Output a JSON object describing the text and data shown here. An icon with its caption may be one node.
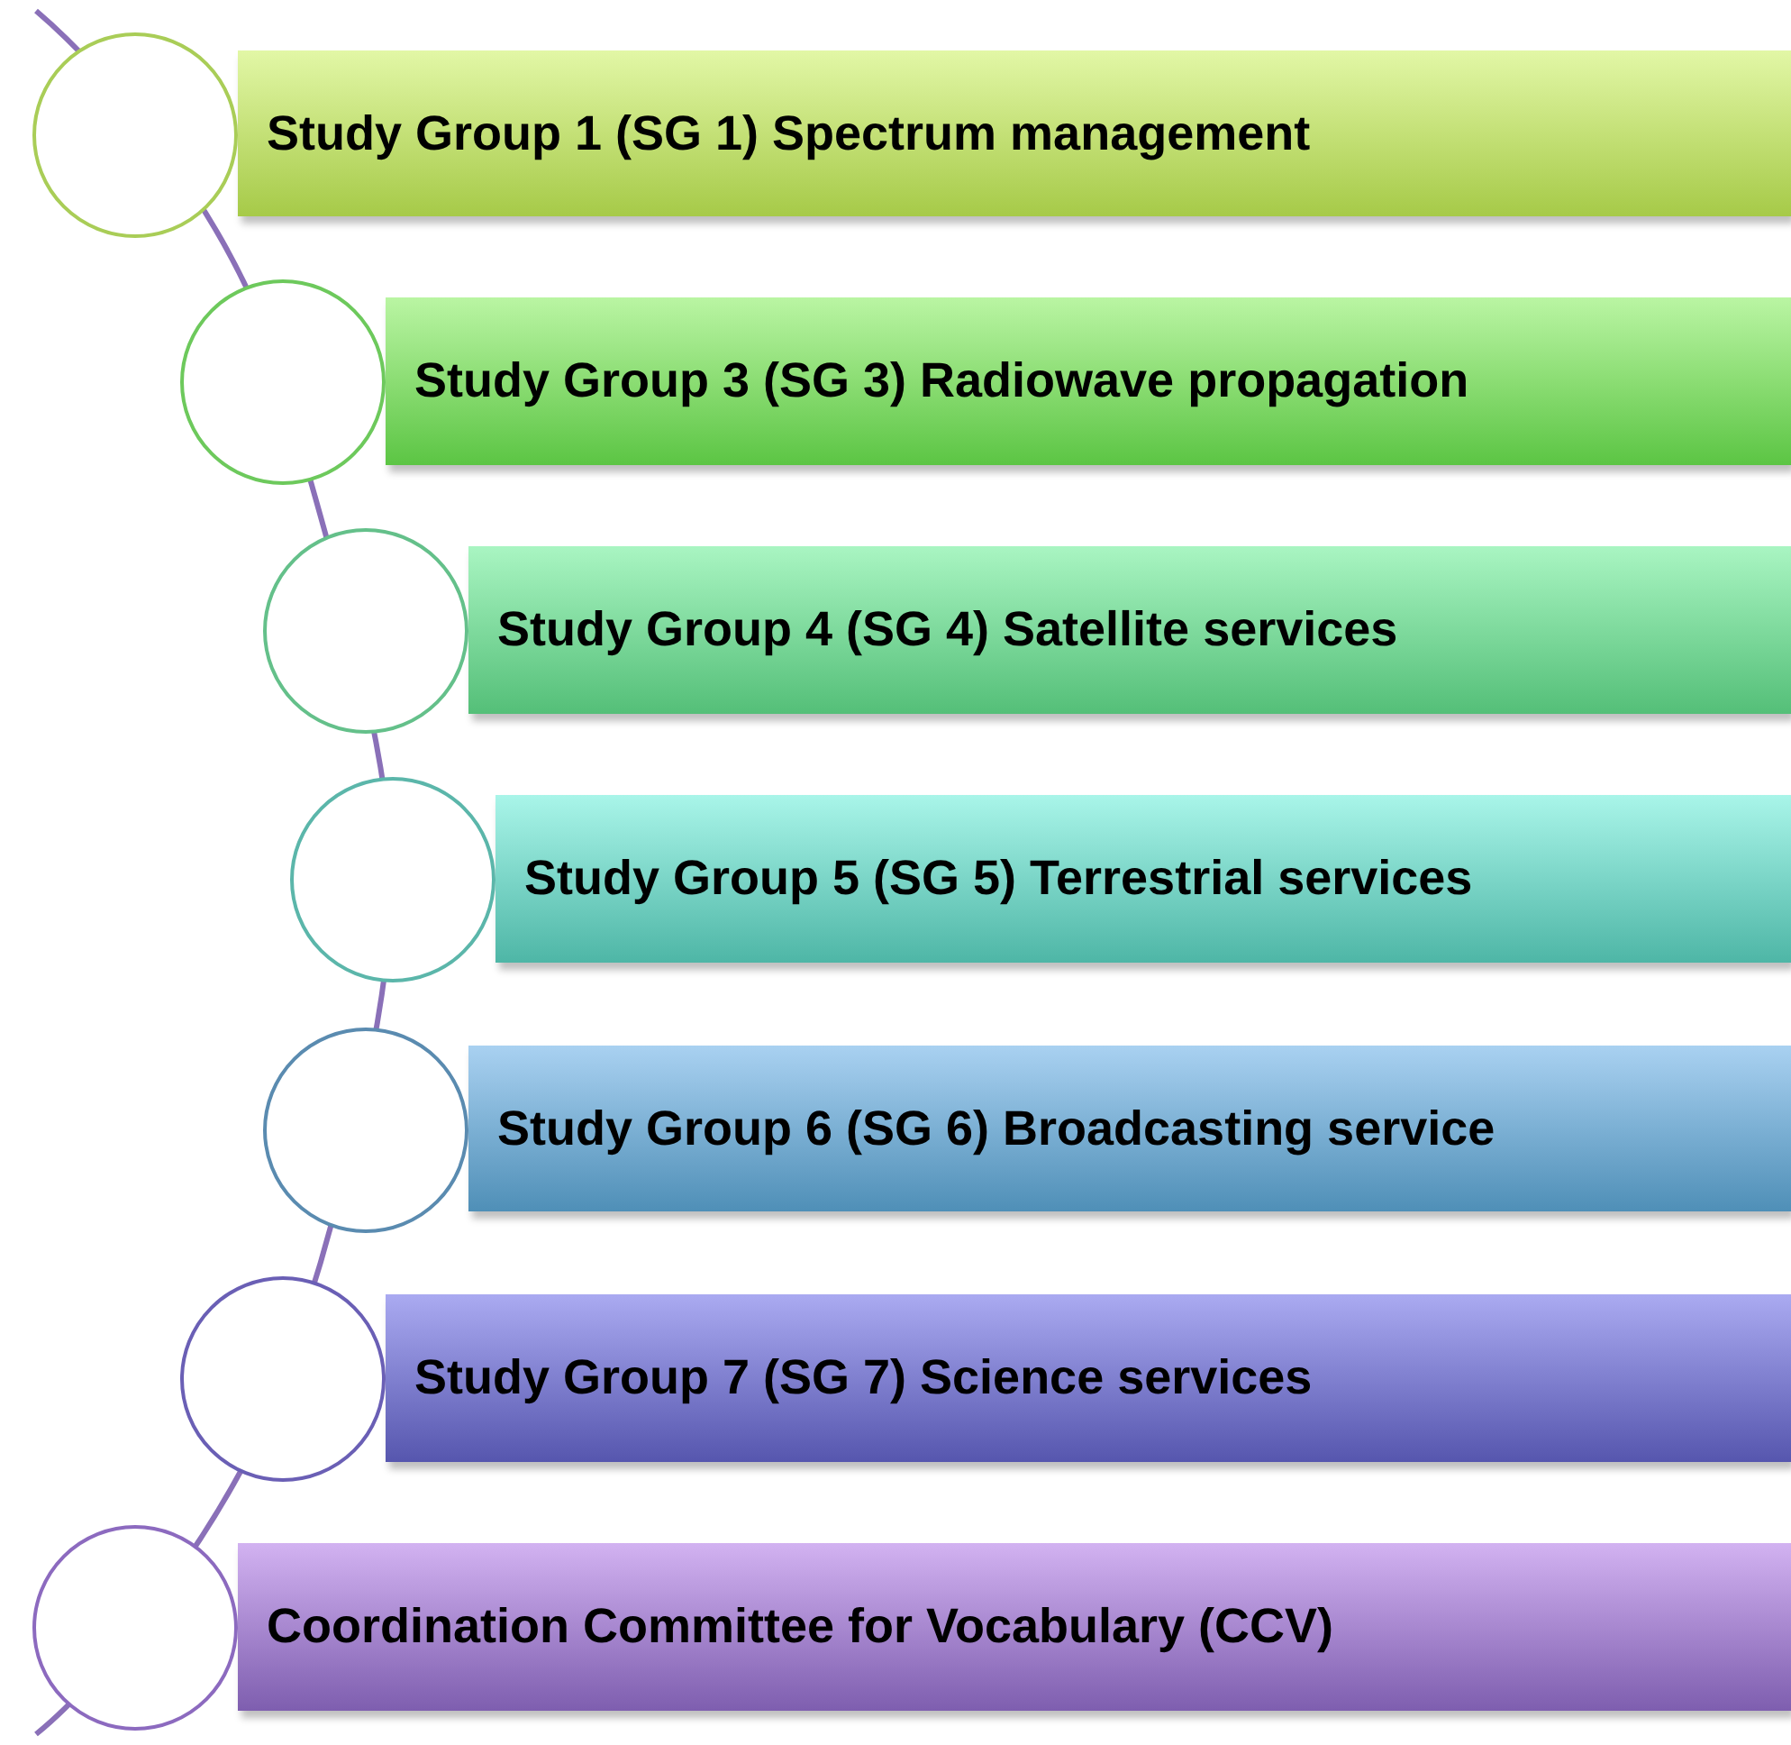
{
  "diagram": {
    "nodes": [
      {
        "text": [],
        "shape": "circle"
      },
      {
        "text": [
          "Study Group 1 (SG 1) Spectrum management"
        ]
      },
      {
        "text": [],
        "shape": "circle"
      },
      {
        "text": [
          "Study Group 3 (SG 3) Radiowave propagation"
        ]
      },
      {
        "text": [],
        "shape": "circle"
      },
      {
        "text": [
          "Study Group 4 (SG 4) Satellite services"
        ]
      },
      {
        "text": [],
        "shape": "circle"
      },
      {
        "text": [
          "Study Group 5 (SG 5) Terrestrial services"
        ]
      },
      {
        "text": [],
        "shape": "circle"
      },
      {
        "text": [
          "Study Group 6 (SG 6) Broadcasting service"
        ]
      },
      {
        "text": [],
        "shape": "circle"
      },
      {
        "text": [
          "Study Group 7 (SG 7) Science services"
        ]
      },
      {
        "text": [],
        "shape": "circle"
      },
      {
        "text": [
          "Coordination Committee for Vocabulary (CCV)"
        ]
      }
    ]
  }
}
